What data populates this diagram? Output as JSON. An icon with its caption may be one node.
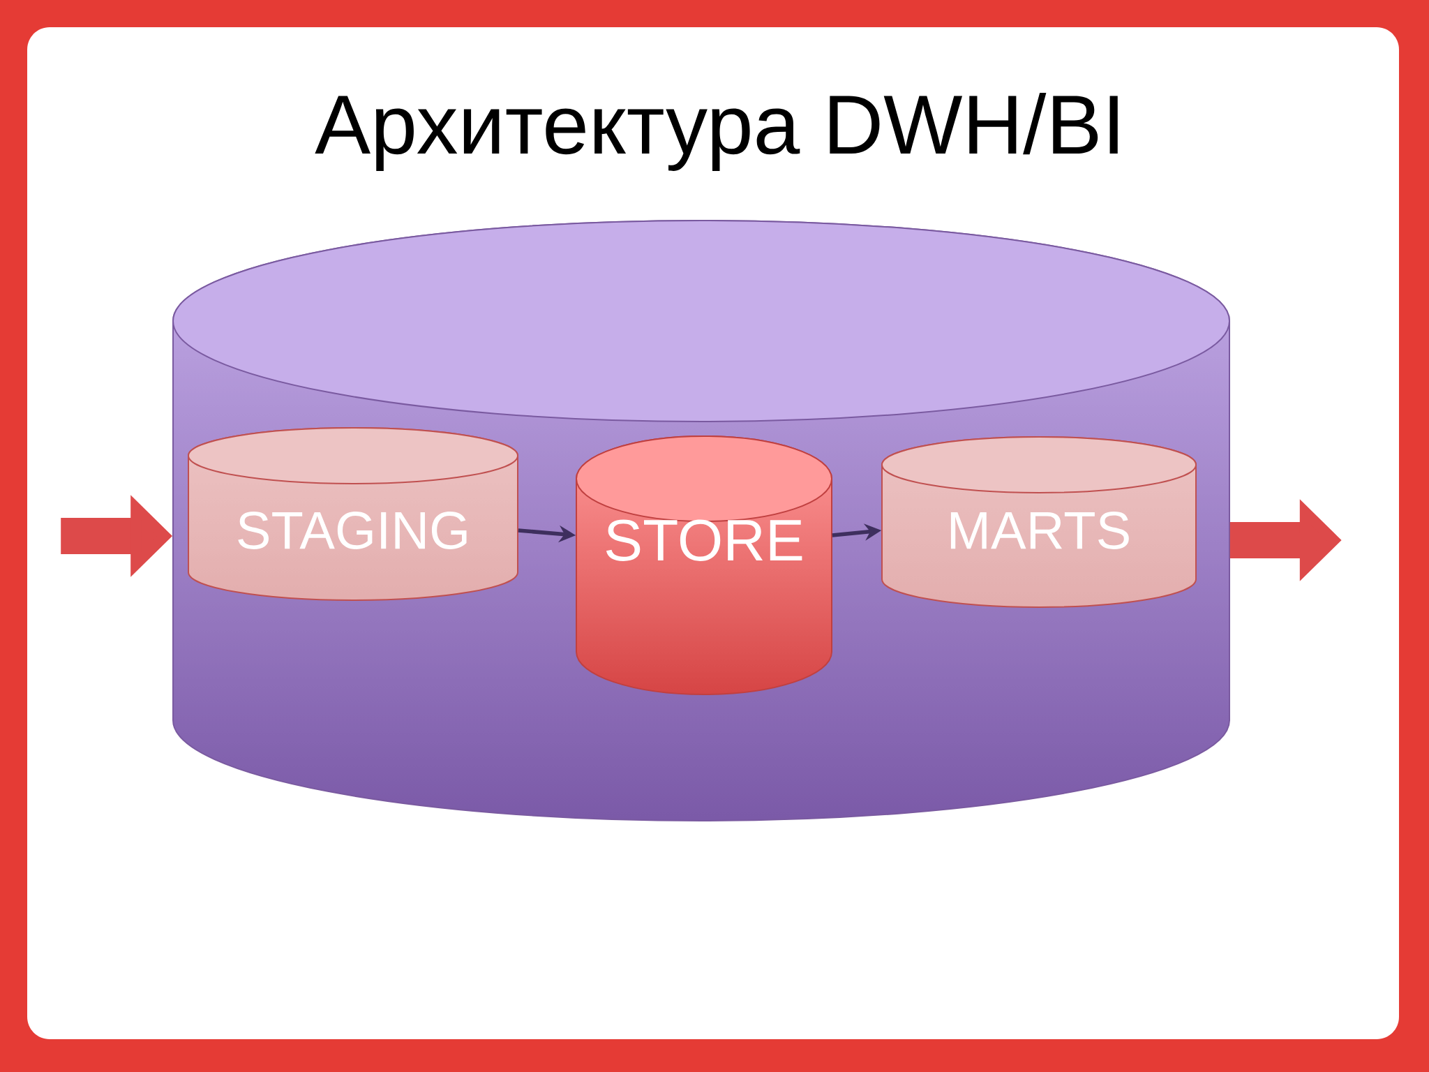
{
  "diagram": {
    "title": "Архитектура DWH/BI",
    "nodes": [
      {
        "text": [],
        "shape": "cylinder"
      },
      {
        "text": [
          "STAGING"
        ],
        "in": 0
      },
      {
        "text": [
          "STORE"
        ],
        "in": 0
      },
      {
        "text": [
          "MARTS"
        ],
        "in": 0
      }
    ],
    "edges": [
      {
        "from": null,
        "to": 0,
        "arrow": "to",
        "style": "thick",
        "color": "#dd4a4a"
      },
      {
        "from": 1,
        "to": 2,
        "arrow": "to",
        "color": "#3e2f5e"
      },
      {
        "from": 2,
        "to": 3,
        "arrow": "to",
        "color": "#3e2f5e"
      },
      {
        "from": 0,
        "to": null,
        "arrow": "to",
        "style": "thick",
        "color": "#dd4a4a"
      }
    ]
  }
}
